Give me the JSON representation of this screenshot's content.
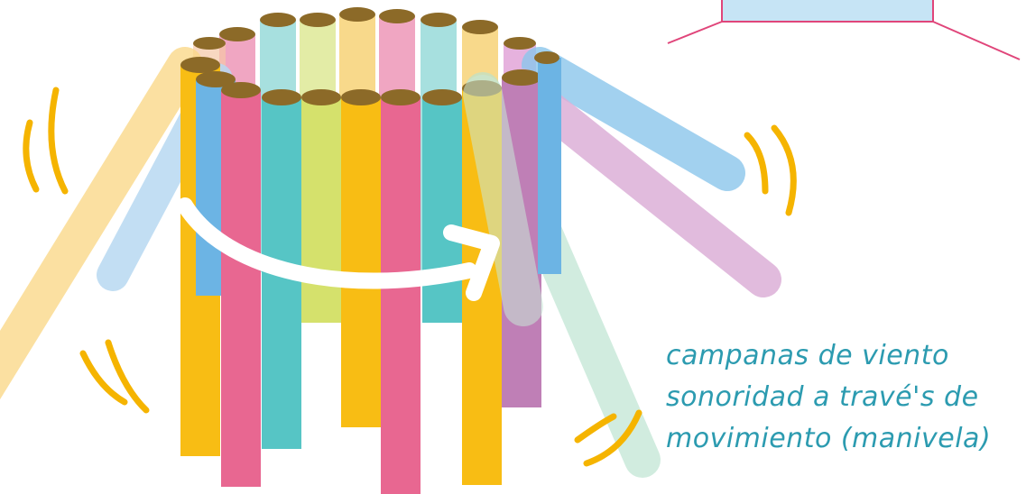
{
  "caption": {
    "line1": "campanas de viento",
    "line2": "sonoridad a travé's de",
    "line3": "movimiento (manivela)"
  },
  "colors": {
    "caption": "#2c9bb0",
    "motion_marks": "#f5b400",
    "frame_line": "#e0457a",
    "frame_fill": "#c6e4f5",
    "tube_top": "#8c6a28",
    "arrow": "#ffffff"
  },
  "tubes": {
    "front": [
      "yellow",
      "blue",
      "pink",
      "teal",
      "lime",
      "yellow",
      "pink",
      "teal",
      "yellow",
      "purple"
    ],
    "back": [
      "pink",
      "teal",
      "lime",
      "yellow",
      "pink",
      "teal",
      "yellow",
      "pink"
    ],
    "swinging": [
      "light-yellow",
      "light-blue",
      "light-green",
      "light-purple",
      "light-blue"
    ]
  },
  "icons": {
    "motion_marks": "vibration-lines-icon",
    "rotation_arrow": "curved-arrow-icon"
  }
}
